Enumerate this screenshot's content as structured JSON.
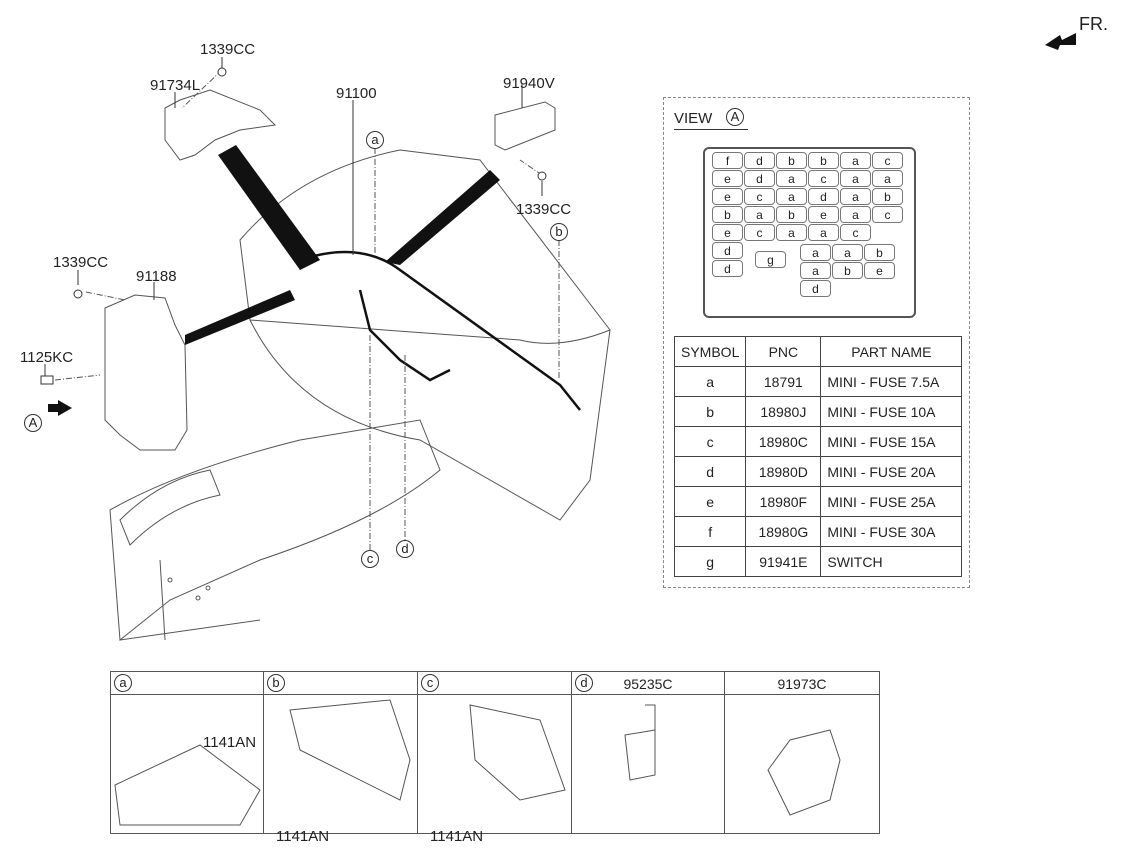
{
  "orientation": {
    "label": "FR.",
    "icon": "front-arrow-icon"
  },
  "callouts": [
    {
      "id": "1339CC-top",
      "text": "1339CC"
    },
    {
      "id": "91734L",
      "text": "91734L"
    },
    {
      "id": "91100",
      "text": "91100"
    },
    {
      "id": "91940V",
      "text": "91940V"
    },
    {
      "id": "1339CC-right",
      "text": "1339CC"
    },
    {
      "id": "1339CC-left",
      "text": "1339CC"
    },
    {
      "id": "91188",
      "text": "91188"
    },
    {
      "id": "1125KC",
      "text": "1125KC"
    }
  ],
  "view_markers": {
    "a": "a",
    "b": "b",
    "c": "c",
    "d": "d",
    "A": "A"
  },
  "view_a": {
    "title": "VIEW",
    "marker": "A",
    "fuse_rows": [
      [
        "f",
        "d",
        "b",
        "b",
        "a",
        "c"
      ],
      [
        "e",
        "d",
        "a",
        "c",
        "a",
        "a"
      ],
      [
        "e",
        "c",
        "a",
        "d",
        "a",
        "b"
      ],
      [
        "b",
        "a",
        "b",
        "e",
        "a",
        "c"
      ],
      [
        "e",
        "c",
        "a",
        "a",
        "c"
      ]
    ],
    "fuse_lower_left": [
      "d",
      "d"
    ],
    "fuse_switch": "g",
    "fuse_lower_right": [
      [
        "a",
        "a",
        "b"
      ],
      [
        "a",
        "b",
        "e"
      ],
      [
        "d"
      ]
    ]
  },
  "parts_table": {
    "headers": [
      "SYMBOL",
      "PNC",
      "PART NAME"
    ],
    "rows": [
      [
        "a",
        "18791",
        "MINI - FUSE 7.5A"
      ],
      [
        "b",
        "18980J",
        "MINI - FUSE 10A"
      ],
      [
        "c",
        "18980C",
        "MINI - FUSE 15A"
      ],
      [
        "d",
        "18980D",
        "MINI - FUSE 20A"
      ],
      [
        "e",
        "18980F",
        "MINI - FUSE 25A"
      ],
      [
        "f",
        "18980G",
        "MINI - FUSE 30A"
      ],
      [
        "g",
        "91941E",
        "SWITCH"
      ]
    ]
  },
  "detail_panels": [
    {
      "marker": "a",
      "title": "",
      "part": "1141AN"
    },
    {
      "marker": "b",
      "title": "",
      "part": "1141AN"
    },
    {
      "marker": "c",
      "title": "",
      "part": "1141AN"
    },
    {
      "marker": "d",
      "title": "95235C",
      "part": ""
    },
    {
      "marker": "",
      "title": "91973C",
      "part": ""
    }
  ]
}
